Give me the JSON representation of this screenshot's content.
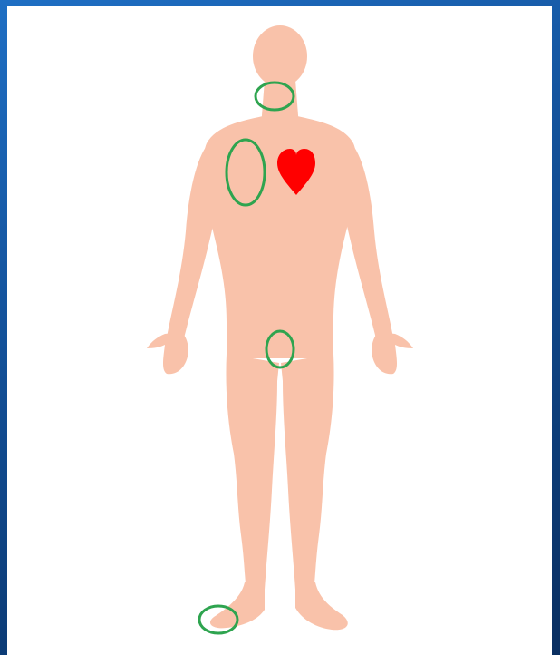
{
  "colors": {
    "frame_blue": "#1a5fb0",
    "panel": "#ffffff",
    "skin": "#f9c2aa",
    "marker_green": "#2ea44f",
    "heart_red": "#ff0000"
  },
  "figure": {
    "subject": "human-body-silhouette",
    "icons": [
      "body-silhouette-icon",
      "heart-icon"
    ],
    "marked_regions": [
      "neck",
      "right-chest",
      "groin",
      "ankle"
    ],
    "marker_count": 4
  }
}
